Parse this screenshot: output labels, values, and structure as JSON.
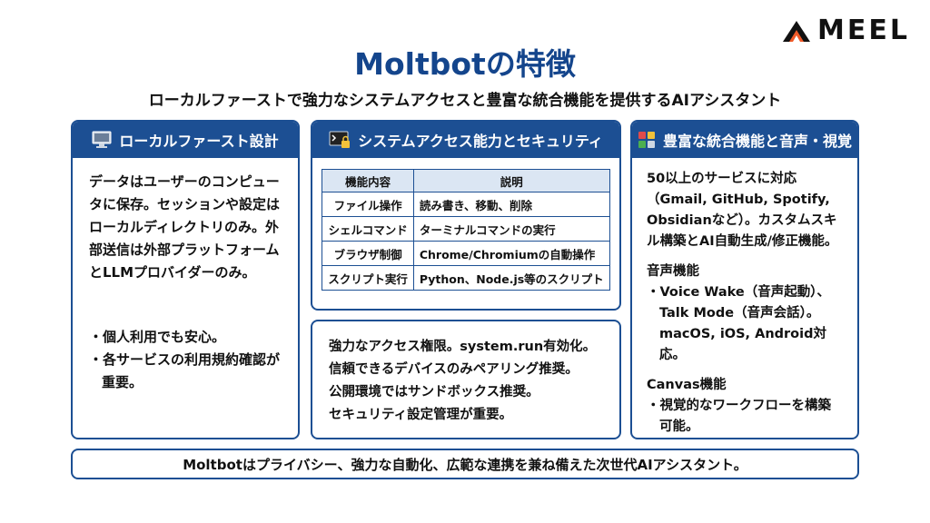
{
  "brand": {
    "logo_text": "MEEL"
  },
  "title": "Moltbotの特徴",
  "subtitle": "ローカルファーストで強力なシステムアクセスと豊富な統合機能を提供するAIアシスタント",
  "local_card": {
    "heading": "ローカルファースト設計",
    "icon": "computer-icon",
    "description": "データはユーザーのコンピュータに保存。セッションや設定はローカルディレクトリのみ。外部送信は外部プラットフォームとLLMプロバイダーのみ。",
    "bullets": [
      "・個人利用でも安心。",
      "・各サービスの利用規約確認が重要。"
    ]
  },
  "system_card": {
    "heading": "システムアクセス能力とセキュリティ",
    "icon": "terminal-lock-icon",
    "table": {
      "headers": [
        "機能内容",
        "説明"
      ],
      "rows": [
        [
          "ファイル操作",
          "読み書き、移動、削除"
        ],
        [
          "シェルコマンド",
          "ターミナルコマンドの実行"
        ],
        [
          "ブラウザ制御",
          "Chrome/Chromiumの自動操作"
        ],
        [
          "スクリプト実行",
          "Python、Node.js等のスクリプト"
        ]
      ]
    }
  },
  "security_card": {
    "lines": [
      "強力なアクセス権限。system.run有効化。",
      "信頼できるデバイスのみペアリング推奨。",
      "公開環境ではサンドボックス推奨。",
      "セキュリティ設定管理が重要。"
    ]
  },
  "integration_card": {
    "heading": "豊富な統合機能と音声・視覚",
    "icon": "media-icon",
    "services_text": "50以上のサービスに対応（Gmail, GitHub, Spotify, Obsidianなど）。カスタムスキル構築とAI自動生成/修正機能。",
    "voice_heading": "音声機能",
    "voice_bullet": "・Voice Wake（音声起動）、Talk Mode（音声会話）。macOS, iOS, Android対応。",
    "canvas_heading": "Canvas機能",
    "canvas_bullet": "・視覚的なワークフローを構築可能。"
  },
  "footer": "Moltbotはプライバシー、強力な自動化、広範な連携を兼ね備えた次世代AIアシスタント。",
  "colors": {
    "primary": "#1c4f93",
    "title": "#14458c",
    "table_header": "#dbe6f3"
  }
}
